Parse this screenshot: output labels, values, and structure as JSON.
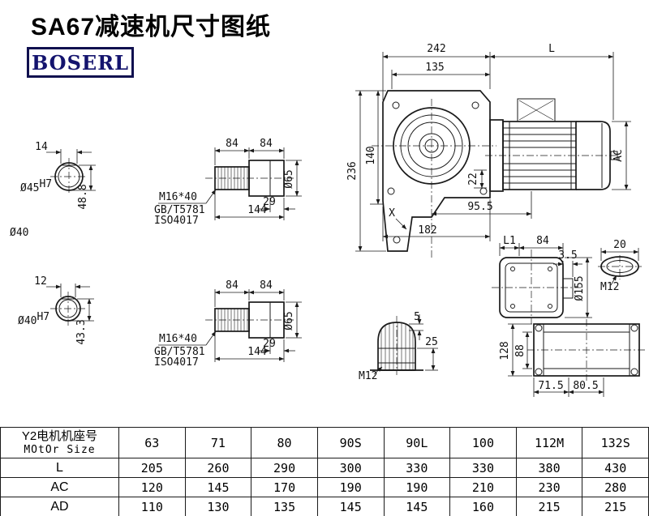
{
  "header": {
    "title": "SA67减速机尺寸图纸",
    "logo": "BOSERL"
  },
  "drawing": {
    "main": {
      "w242": "242",
      "l": "L",
      "w135": "135",
      "h236": "236",
      "h140": "140",
      "ac": "AC",
      "h22": "22",
      "w95_5": "95.5",
      "w182": "182",
      "x_mark": "X"
    },
    "bore_top": {
      "w": "14",
      "dia": "Ø45",
      "tol": "H7",
      "h": "48.8"
    },
    "shaft_label": "Ø40",
    "bore_bottom": {
      "w": "12",
      "dia": "Ø40",
      "tol": "H7",
      "h": "43.3"
    },
    "shaft_top": {
      "seg1": "84",
      "seg2": "84",
      "w29": "29",
      "w144": "144",
      "dia": "Ø65",
      "thread": "M16*40",
      "std1": "GB/T5781",
      "std2": "ISO4017"
    },
    "shaft_bottom": {
      "seg1": "84",
      "seg2": "84",
      "w29": "29",
      "w144": "144",
      "dia": "Ø65",
      "thread": "M16*40",
      "std1": "GB/T5781",
      "std2": "ISO4017"
    },
    "side": {
      "l1": "L1",
      "w84": "84",
      "w3_5": "3.5",
      "w20": "20",
      "dia155": "Ø155",
      "m12": "M12"
    },
    "base": {
      "h128": "128",
      "h88": "88",
      "w71_5": "71.5",
      "w80_5": "80.5"
    },
    "plug": {
      "h5": "5",
      "h25": "25",
      "m12": "M12"
    }
  },
  "table": {
    "row_header": {
      "line1": "Y2电机机座号",
      "line2": "MOtOr Size"
    },
    "columns": [
      "63",
      "71",
      "80",
      "90S",
      "90L",
      "100",
      "112M",
      "132S"
    ],
    "rows": [
      {
        "label": "L",
        "values": [
          "205",
          "260",
          "290",
          "300",
          "330",
          "330",
          "380",
          "430"
        ]
      },
      {
        "label": "AC",
        "values": [
          "120",
          "145",
          "170",
          "190",
          "190",
          "210",
          "230",
          "280"
        ]
      },
      {
        "label": "AD",
        "values": [
          "110",
          "130",
          "135",
          "145",
          "145",
          "160",
          "215",
          "215"
        ]
      }
    ]
  }
}
